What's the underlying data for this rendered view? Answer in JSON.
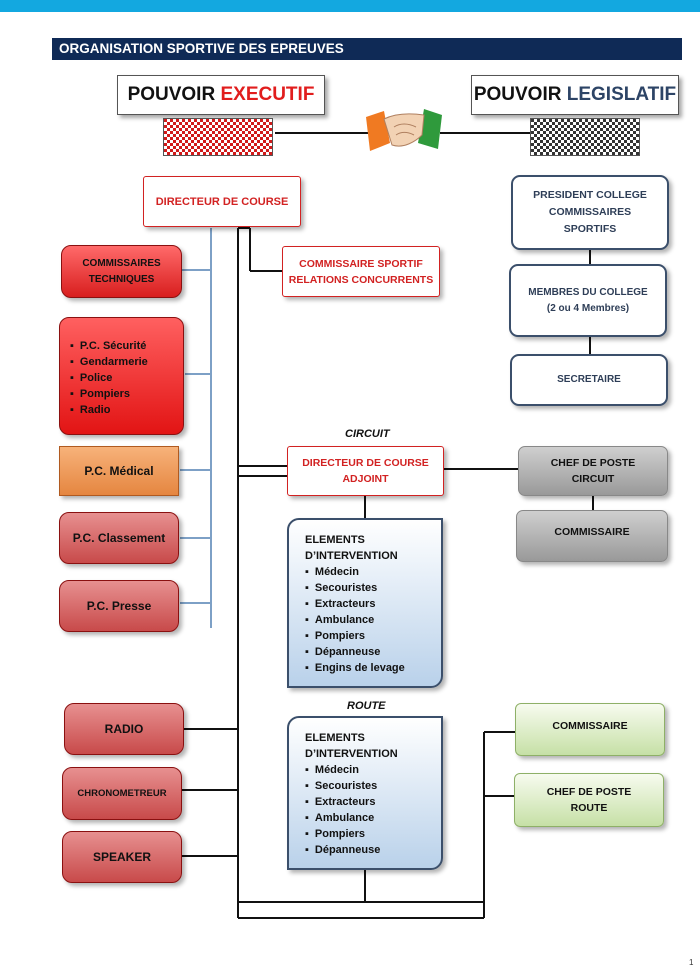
{
  "title": "ORGANISATION SPORTIVE DES EPREUVES",
  "executive": {
    "prefix": "POUVOIR ",
    "accent": "EXECUTIF",
    "accent_color": "#e11d1d"
  },
  "legislative": {
    "prefix": "POUVOIR ",
    "accent": "LEGISLATIF",
    "accent_color": "#2d4466"
  },
  "left": {
    "directeur": "DIRECTEUR DE COURSE",
    "commissaires_techniques": "COMMISSAIRES TECHNIQUES",
    "commissaire_sportif": "COMMISSAIRE SPORTIF RELATIONS CONCURRENTS",
    "pc_securite": [
      "P.C. Sécurité",
      "Gendarmerie",
      "Police",
      "Pompiers",
      "Radio"
    ],
    "pc_medical": "P.C. Médical",
    "pc_classement": "P.C. Classement",
    "pc_presse": "P.C. Presse",
    "radio": "RADIO",
    "chronometreur": "CHRONOMETREUR",
    "speaker": "SPEAKER"
  },
  "college": {
    "president": "PRESIDENT COLLEGE COMMISSAIRES SPORTIFS",
    "membres": "MEMBRES DU COLLEGE",
    "membres_sub": "(2 ou 4 Membres)",
    "secretaire": "SECRETAIRE"
  },
  "circuit": {
    "label": "CIRCUIT",
    "adjoint": "DIRECTEUR DE COURSE ADJOINT",
    "chef_poste": "CHEF DE POSTE CIRCUIT",
    "commissaire": "COMMISSAIRE",
    "elements_title": "ELEMENTS D’INTERVENTION",
    "elements": [
      "Médecin",
      "Secouristes",
      "Extracteurs",
      "Ambulance",
      "Pompiers",
      "Dépanneuse",
      "Engins de levage"
    ]
  },
  "route": {
    "label": "ROUTE",
    "commissaire": "COMMISSAIRE",
    "chef_poste": "CHEF DE POSTE ROUTE",
    "elements_title": "ELEMENTS D’INTERVENTION",
    "elements": [
      "Médecin",
      "Secouristes",
      "Extracteurs",
      "Ambulance",
      "Pompiers",
      "Dépanneuse"
    ]
  },
  "page_number": "1",
  "colors": {
    "banner": "#0f2a56",
    "top_bar": "#13a8e0",
    "red_box": "#d22222",
    "blue_box": "#b9d1ea",
    "green_box": "#c6e0a6",
    "grey_box": "#aaaaaa"
  },
  "icons": {
    "handshake": "handshake-icon"
  }
}
